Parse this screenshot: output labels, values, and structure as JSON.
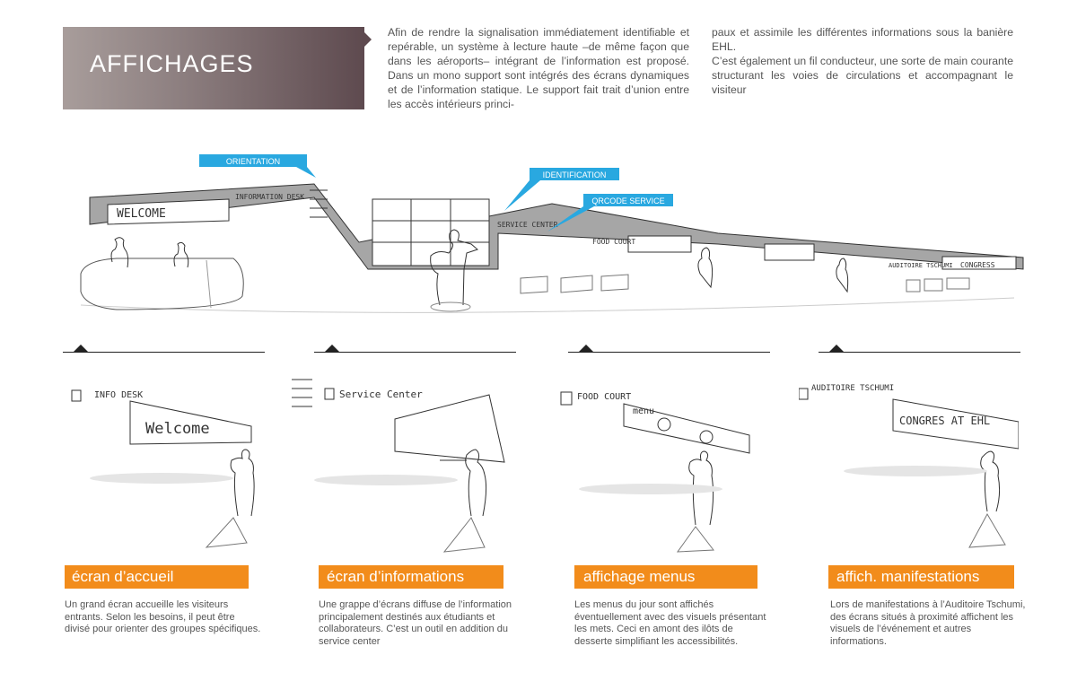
{
  "header": {
    "title": "AFFICHAGES"
  },
  "intro": {
    "column1": "Afin de rendre la signalisation immédiatement identifiable et repérable, un système à lecture haute –de même façon que dans les aéroports– intégrant de l’information est proposé. Dans un mono support sont intégrés des écrans dynamiques et de l’information statique. Le support fait trait d’union entre les accès intérieurs princi-",
    "column2_p1": "paux et assimile les différentes informations sous la banière EHL.",
    "column2_p2": "C’est également un fil conducteur, une sorte de main courante structurant les voies de circulations et accompagnant le visiteur"
  },
  "callouts": {
    "orientation": "ORIENTATION",
    "identification": "IDENTIFICATION",
    "qrcode": "QRCODE SERVICE"
  },
  "sketch_text": {
    "welcome": "WELCOME",
    "info_desk": "INFORMATION DESK",
    "service_center": "SERVICE CENTER",
    "food_court": "FOOD COURT",
    "auditoire": "AUDITOIRE TSCHUMI",
    "congress": "CONGRESS",
    "panel1_sign": "INFO DESK",
    "panel1_screen": "Welcome",
    "panel2_sign": "Service Center",
    "panel3_sign": "FOOD COURT",
    "panel3_screen": "menu",
    "panel4_sign": "AUDITOIRE TSCHUMI",
    "panel4_screen": "CONGRES AT EHL"
  },
  "panels": [
    {
      "label": "écran d’accueil",
      "caption": "Un grand écran accueille les visiteurs entrants. Selon les besoins, il peut être divisé pour orienter des groupes spécifiques."
    },
    {
      "label": "écran d’informations",
      "caption": "Une grappe d’écrans diffuse de l’information principalement destinés aux étudiants et collaborateurs. C’est un outil en addition du service center"
    },
    {
      "label": "affichage menus",
      "caption": "Les menus du jour sont affichés éventuellement avec des visuels présentant les mets. Ceci en amont des ilôts de desserte simplifiant les accessibilités."
    },
    {
      "label": "affich. manifestations",
      "caption": "Lors de manifestations à l’Auditoire Tschumi, des écrans situés à proximité affichent les visuels de l’événement et autres informations."
    }
  ],
  "colors": {
    "accent_orange": "#f28c1b",
    "callout_blue": "#29a8e0",
    "banner_dark": "#5e4a4f",
    "banner_light": "#a89d9b"
  }
}
